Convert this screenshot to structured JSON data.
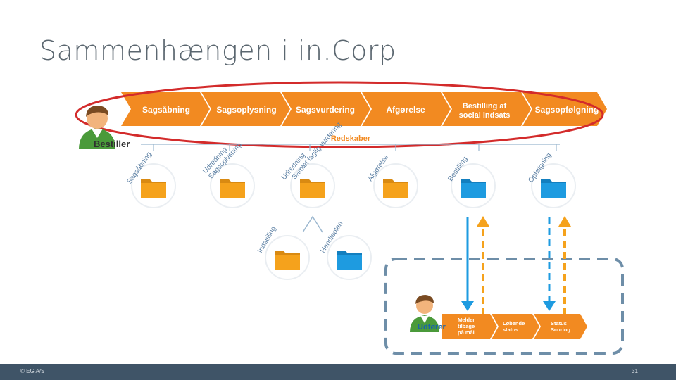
{
  "title": "Sammenhængen i in.Corp",
  "colors": {
    "process_orange": "#f28a21",
    "folder_orange": "#f5a21c",
    "folder_blue": "#1e9be0",
    "ellipse": "#d32b2b",
    "dashed_box": "#6e8ea8",
    "footer": "#3f5467"
  },
  "process_steps": [
    "Sagsåbning",
    "Sagsoplysning",
    "Sagsvurdering",
    "Afgørelse",
    "Bestilling af social indsats",
    "Sagsopfølgning"
  ],
  "bestiller_label": "Bestiller",
  "redskaber_label": "Redskaber",
  "top_folders": [
    {
      "label": "Sagsåbning",
      "color": "orange"
    },
    {
      "label": "Udredning Sagsoplysning",
      "color": "orange"
    },
    {
      "label": "Udredning Samlet faglig vurdering",
      "color": "orange"
    },
    {
      "label": "Afgørelse",
      "color": "orange"
    },
    {
      "label": "Bestilling",
      "color": "blue"
    },
    {
      "label": "Opfølgning",
      "color": "blue"
    }
  ],
  "bottom_folders": [
    {
      "label": "Indstilling",
      "color": "orange"
    },
    {
      "label": "Handleplan",
      "color": "blue"
    }
  ],
  "udfoerer_label": "Udfører",
  "udfoerer_steps": [
    "Melder tilbage på mål",
    "Løbende status",
    "Status Scoring"
  ],
  "footer": {
    "copyright": "© EG A/S",
    "page_number": "31"
  }
}
